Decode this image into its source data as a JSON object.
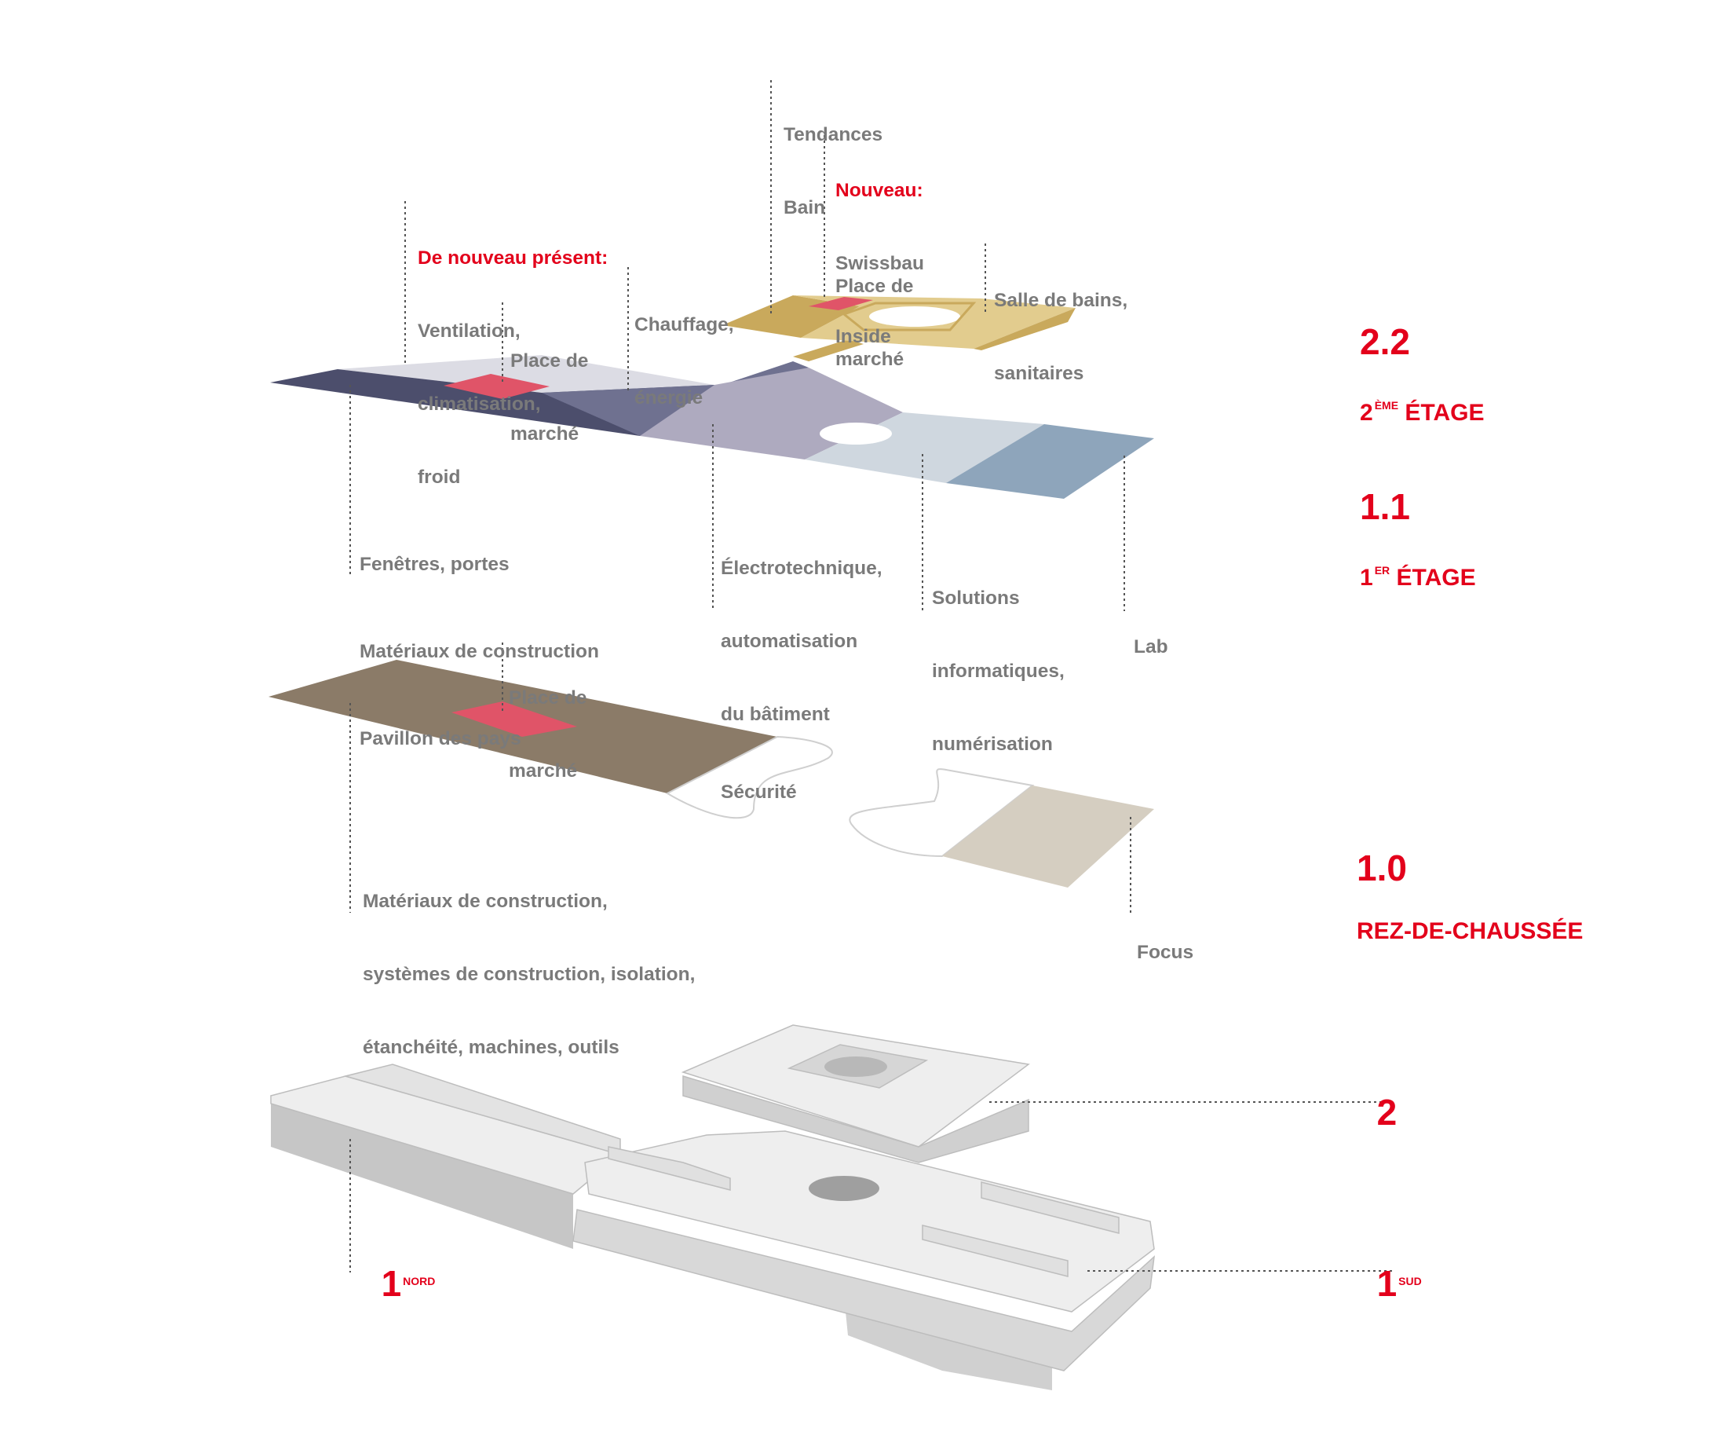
{
  "levels": {
    "l22": {
      "number": "2.2",
      "name_sup": "ÈME",
      "name_main": "ÉTAGE",
      "name_pre": "2"
    },
    "l11": {
      "number": "1.1",
      "name_pre": "1",
      "name_sup": "ER",
      "name_main": "ÉTAGE"
    },
    "l10": {
      "number": "1.0",
      "name": "REZ-DE-CHAUSSÉE"
    }
  },
  "buildings": {
    "b2": {
      "number": "2"
    },
    "b1n": {
      "number": "1",
      "sup": "NORD"
    },
    "b1s": {
      "number": "1",
      "sup": "SUD"
    }
  },
  "floor22": {
    "tendances": [
      "Tendances",
      "Bain"
    ],
    "nouveau_label": "Nouveau:",
    "swissbau": [
      "Swissbau",
      "Inside"
    ],
    "place_marche": [
      "Place de",
      "marché"
    ],
    "salle_bains": [
      "Salle de bains,",
      "sanitaires"
    ]
  },
  "floor11": {
    "de_nouveau_label": "De nouveau présent:",
    "ventilation": [
      "Ventilation,",
      "climatisation,",
      "froid"
    ],
    "place_marche": [
      "Place de",
      "marché"
    ],
    "chauffage": [
      "Chauffage,",
      "énergie"
    ],
    "fenetres": [
      "Fenêtres, portes",
      "Matériaux de construction",
      "Pavillon des pays"
    ],
    "electro": [
      "Électrotechnique,",
      "automatisation",
      "du bâtiment",
      "Sécurité"
    ],
    "solutions": [
      "Solutions",
      "informatiques,",
      "numérisation"
    ],
    "lab": "Lab"
  },
  "floor10": {
    "place_marche": [
      "Place de",
      "marché"
    ],
    "materiaux": [
      "Matériaux de construction,",
      "systèmes de construction, isolation,",
      "étanchéité, machines, outils"
    ],
    "focus": "Focus"
  },
  "colors": {
    "accent_red": "#e3001b",
    "market_red": "#e05468",
    "label_gray": "#7a7a7a",
    "navy": "#4c4e6c",
    "slate": "#6f7190",
    "pale_lilac": "#dcdce4",
    "lilac": "#aeaabf",
    "pale_blue": "#cfd7df",
    "steel_blue": "#8ea5bb",
    "gold": "#c9a95c",
    "light_gold": "#e2cc8e",
    "taupe": "#8b7b68",
    "sand": "#d5cec1",
    "building_top": "#eeeeee",
    "building_side": "#c6c6c6"
  }
}
